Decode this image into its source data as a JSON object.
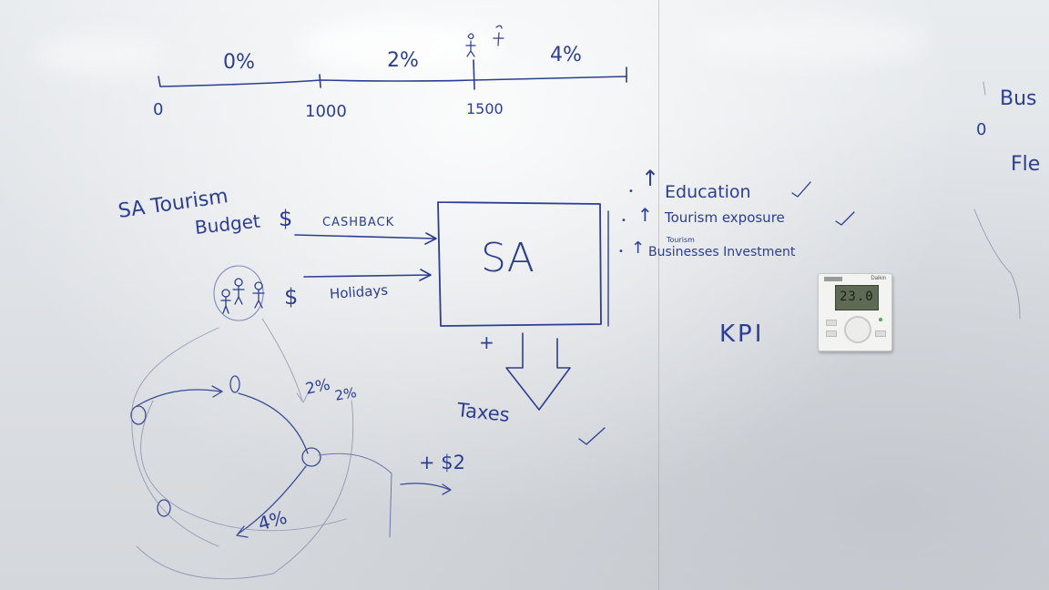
{
  "timeline": {
    "labels": [
      "0%",
      "2%",
      "4%"
    ],
    "ticks": [
      "0",
      "1000",
      "1500"
    ]
  },
  "budget": {
    "line1": "SA Tourism",
    "line2": "Budget",
    "dollar": "$"
  },
  "flows": {
    "cashback": "CASHBACK",
    "holidays": "Holidays",
    "dollar": "$"
  },
  "center": {
    "box": "SA",
    "plus": "+",
    "taxes": "Taxes"
  },
  "kpi_list": {
    "items": [
      "Education",
      "Tourism exposure",
      "Businesses Investment"
    ],
    "tourism_note": "Tourism",
    "check": "✓"
  },
  "kpi_label": "KPI",
  "cycle": {
    "left_pct": "2%",
    "right_pct": "2%",
    "bottom_pct": "4%",
    "income": "+ $2"
  },
  "right_edge": {
    "zero": "0",
    "bus": "Bus",
    "fle": "Fle"
  },
  "thermostat": {
    "display": "23.0",
    "brand": "Daikin"
  }
}
